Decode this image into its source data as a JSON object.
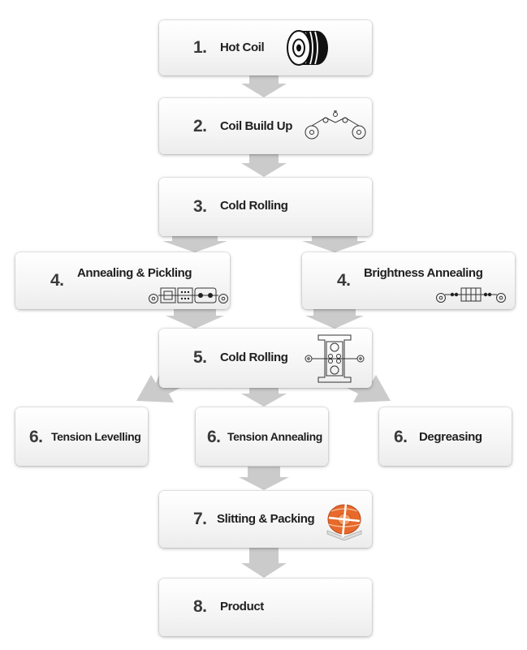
{
  "steps": [
    {
      "id": "hot-coil",
      "number": "1.",
      "label": "Hot Coil",
      "icon": "coil-icon"
    },
    {
      "id": "coil-build-up",
      "number": "2.",
      "label": "Coil Build Up",
      "icon": "coil-line-icon"
    },
    {
      "id": "cold-rolling-1",
      "number": "3.",
      "label": "Cold Rolling"
    },
    {
      "id": "annealing-pickling",
      "number": "4.",
      "label": "Annealing & Pickling",
      "icon": "annealing-line-icon"
    },
    {
      "id": "brightness-annealing",
      "number": "4.",
      "label": "Brightness Annealing",
      "icon": "bright-annealing-icon"
    },
    {
      "id": "cold-rolling-2",
      "number": "5.",
      "label": "Cold Rolling",
      "icon": "rolling-mill-icon"
    },
    {
      "id": "tension-levelling",
      "number": "6.",
      "label": "Tension Levelling"
    },
    {
      "id": "tension-annealing",
      "number": "6.",
      "label": "Tension Annealing"
    },
    {
      "id": "degreasing",
      "number": "6.",
      "label": "Degreasing"
    },
    {
      "id": "slitting-packing",
      "number": "7.",
      "label": "Slitting & Packing",
      "icon": "packed-coil-icon"
    },
    {
      "id": "product",
      "number": "8.",
      "label": "Product"
    }
  ],
  "colors": {
    "arrow": "#cbcbcb",
    "text": "#1f1f1f",
    "number": "#3a3a3a",
    "accent": "#e8692a"
  }
}
